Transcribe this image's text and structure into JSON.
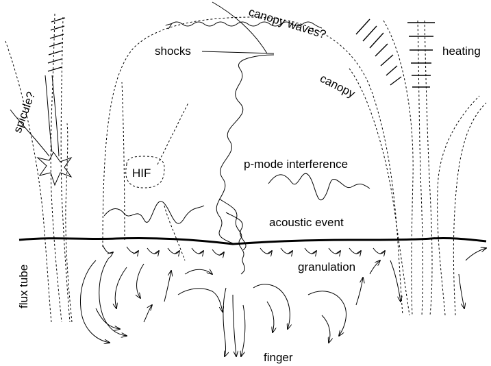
{
  "labels": {
    "canopy_waves": "canopy waves?",
    "shocks": "shocks",
    "heating": "heating",
    "canopy": "canopy",
    "spicule": "spicule?",
    "hif": "HIF",
    "p_mode": "p-mode interference",
    "acoustic_event": "acoustic event",
    "granulation": "granulation",
    "flux_tube": "flux tube",
    "finger": "finger"
  }
}
